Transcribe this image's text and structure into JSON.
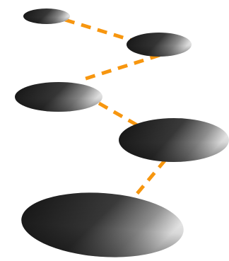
{
  "scene": {
    "background": "#ffffff",
    "connector_color": "#f7960f",
    "stone_shades": [
      "#ffffff",
      "#9c9c9c",
      "#3c3c3c",
      "#111111"
    ],
    "stones": [
      {
        "id": "stone-1",
        "shape": "flat-ellipse"
      },
      {
        "id": "stone-2",
        "shape": "flat-ellipse"
      },
      {
        "id": "stone-3",
        "shape": "flat-ellipse"
      },
      {
        "id": "stone-4",
        "shape": "flat-ellipse"
      },
      {
        "id": "stone-5",
        "shape": "flat-ellipse"
      }
    ],
    "connectors": [
      {
        "from": "stone-1",
        "to": "stone-2",
        "style": "dashed"
      },
      {
        "from": "stone-2",
        "to": "stone-3",
        "style": "dashed"
      },
      {
        "from": "stone-3",
        "to": "stone-4",
        "style": "dashed"
      },
      {
        "from": "stone-4",
        "to": "stone-5",
        "style": "dashed"
      }
    ]
  }
}
